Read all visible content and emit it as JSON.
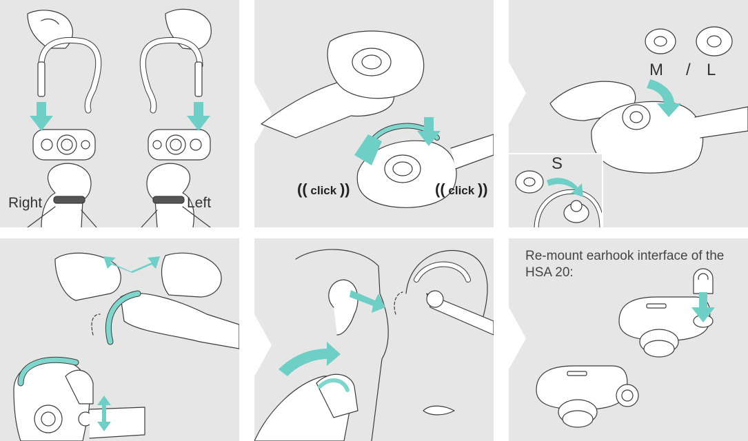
{
  "colors": {
    "accent": "#6ecfc6",
    "panel_bg": "#e6e6e6",
    "line": "#3a3a3a",
    "skin": "#ffffff"
  },
  "panels": {
    "p1": {
      "label_right": "Right",
      "label_left": "Left"
    },
    "p2": {
      "click_left": "click",
      "click_right": "click"
    },
    "p3": {
      "size_m": "M",
      "size_separator": "/",
      "size_l": "L",
      "size_s": "S"
    },
    "p6": {
      "caption": "Re-mount earhook interface of the HSA 20:"
    }
  },
  "icons": [
    "arrow-down-icon",
    "curved-arrow-icon",
    "double-arrow-icon",
    "click-sound-icon"
  ]
}
